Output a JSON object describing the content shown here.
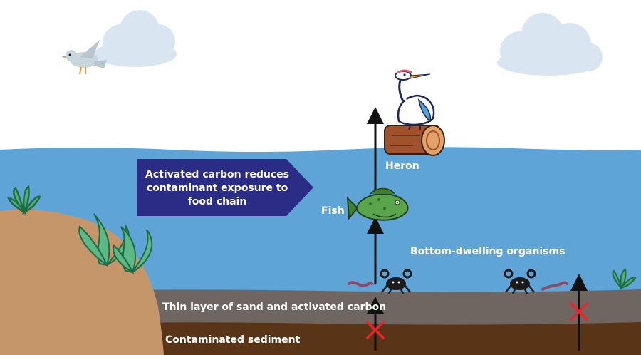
{
  "callout": {
    "lines": [
      "Activated carbon reduces",
      "contaminant exposure to",
      "food chain"
    ],
    "color": "#2b2c86"
  },
  "labels": {
    "heron": "Heron",
    "fish": "Fish",
    "bottom_dwelling": "Bottom-dwelling organisms",
    "sand_layer": "Thin layer of sand and activated carbon",
    "sediment": "Contaminated sediment"
  },
  "colors": {
    "sky": "#ffffff",
    "water": "#5fa4d6",
    "sand_layer": "#6f6561",
    "sediment": "#5a3416",
    "shore": "#c4966a",
    "label_text": "#ffffff",
    "block_mark": "#e8262c"
  },
  "icons": [
    "bird-icon",
    "cloud-icon",
    "heron-icon",
    "log-icon",
    "fish-icon",
    "crab-icon",
    "worm-icon",
    "seaweed-icon",
    "up-arrow-icon",
    "blocked-x-icon"
  ]
}
